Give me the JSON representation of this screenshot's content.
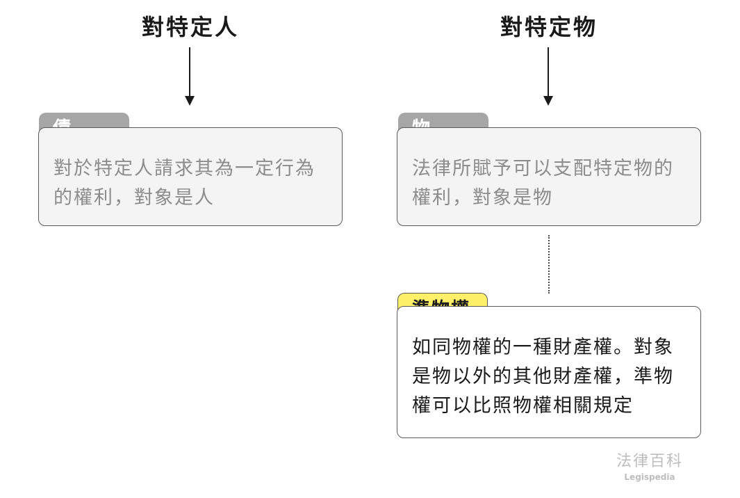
{
  "headings": {
    "left": "對特定人",
    "right": "對特定物"
  },
  "cards": {
    "debt": {
      "tab": "債權",
      "lines": [
        "對於特定人請求其為一定行為",
        "的權利，對象是人"
      ]
    },
    "property": {
      "tab": "物權",
      "lines": [
        "法律所賦予可以支配特定物的",
        "權利，對象是物"
      ]
    },
    "quasi": {
      "tab": "準物權",
      "lines": [
        "如同物權的一種財產權。對象",
        "是物以外的其他財產權，準物",
        "權可以比照物權相關規定"
      ]
    }
  },
  "colors": {
    "tab_gray": "#a6a6a6",
    "tab_yellow": "#fff06a",
    "card_gray": "#f4f4f4",
    "muted_text": "#8c8c8c"
  },
  "watermark": {
    "zh": "法律百科",
    "en": "Legispedia"
  }
}
